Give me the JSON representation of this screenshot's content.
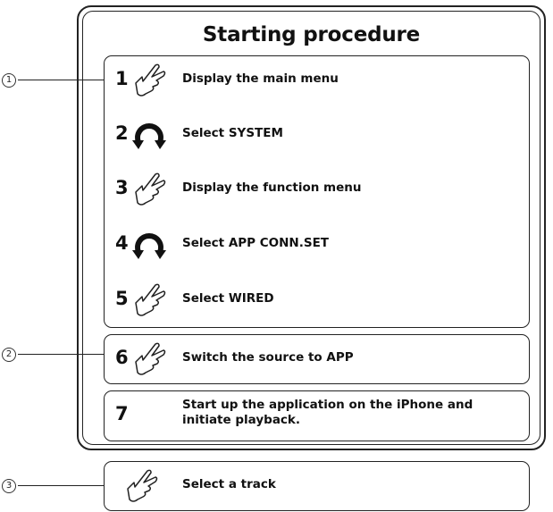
{
  "title": "Starting procedure",
  "callouts": [
    "1",
    "2",
    "3"
  ],
  "steps": [
    {
      "num": "1",
      "icon": "press-hand-icon",
      "label": "Display the main menu"
    },
    {
      "num": "2",
      "icon": "rotate-dial-icon",
      "label": "Select SYSTEM"
    },
    {
      "num": "3",
      "icon": "press-hand-icon",
      "label": "Display the function menu"
    },
    {
      "num": "4",
      "icon": "rotate-dial-icon",
      "label": "Select APP CONN.SET"
    },
    {
      "num": "5",
      "icon": "press-hand-icon",
      "label": "Select WIRED"
    },
    {
      "num": "6",
      "icon": "press-hand-icon",
      "label": "Switch the source to APP"
    },
    {
      "num": "7",
      "label_line1": "Start up the application on the iPhone and",
      "label_line2": "initiate playback."
    }
  ],
  "track_step": {
    "icon": "press-hand-icon",
    "label": "Select a track"
  }
}
